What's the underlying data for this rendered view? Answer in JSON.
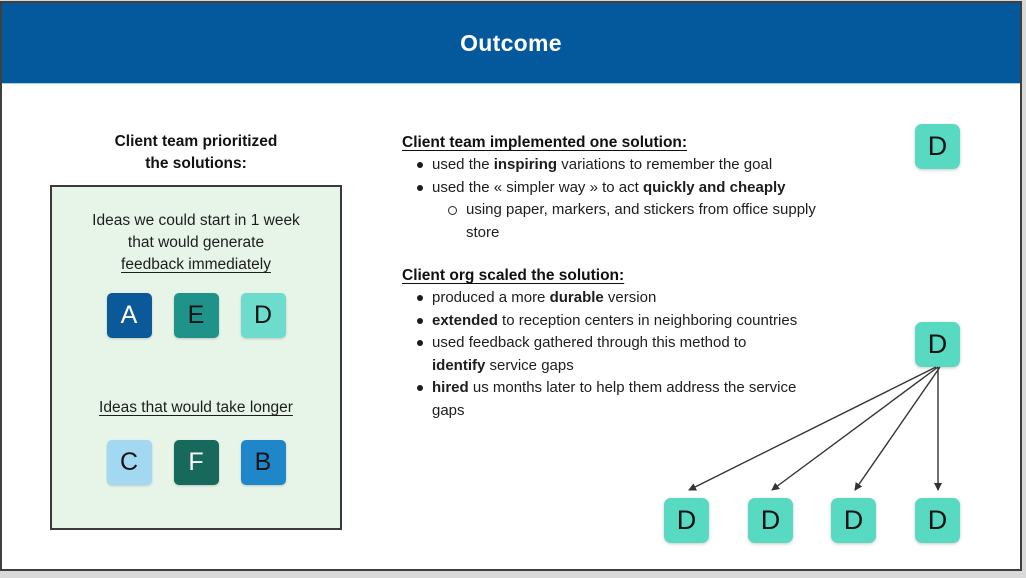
{
  "page": {
    "outer_bg": "#d9d9d9",
    "slide_bg": "#ffffff",
    "slide_border": "#3f3f3f"
  },
  "header": {
    "title": "Outcome",
    "bg": "#04589c",
    "text_color": "#ffffff"
  },
  "left": {
    "heading_line1": "Client team prioritized",
    "heading_line2": "the solutions:",
    "box": {
      "bg": "#e7f4e8",
      "border": "#3a3a3a",
      "group1": {
        "line1": "Ideas we could start in 1 week",
        "line2": "that would generate",
        "underlined_line": "feedback immediately",
        "squares": [
          {
            "label": "A",
            "bg": "#0c599a",
            "fg": "#ffffff"
          },
          {
            "label": "E",
            "bg": "#1f9389",
            "fg": "#101414"
          },
          {
            "label": "D",
            "bg": "#6edccd",
            "fg": "#101414"
          }
        ]
      },
      "group2": {
        "underlined_line": "Ideas that would take longer",
        "squares": [
          {
            "label": "C",
            "bg": "#a3d8f2",
            "fg": "#101414"
          },
          {
            "label": "F",
            "bg": "#17695c",
            "fg": "#ffffff"
          },
          {
            "label": "B",
            "bg": "#1f87c9",
            "fg": "#101414"
          }
        ]
      }
    }
  },
  "right": {
    "section1": {
      "heading": "Client team implemented one solution: ",
      "bullets": [
        {
          "segments": [
            {
              "t": "used the "
            },
            {
              "t": "inspiring",
              "b": true
            },
            {
              "t": " variations to remember the goal"
            }
          ]
        },
        {
          "segments": [
            {
              "t": "used the « simpler way » to act "
            },
            {
              "t": "quickly and cheaply",
              "b": true
            }
          ]
        }
      ],
      "sub_bullet": {
        "segments": [
          {
            "t": "using paper, markers, and stickers from office supply"
          },
          {
            "br": true
          },
          {
            "t": "store"
          }
        ]
      }
    },
    "section2": {
      "heading": "Client org scaled the solution:",
      "bullets": [
        {
          "segments": [
            {
              "t": "produced a more "
            },
            {
              "t": "durable",
              "b": true
            },
            {
              "t": " version"
            }
          ]
        },
        {
          "segments": [
            {
              "t": "extended",
              "b": true
            },
            {
              "t": " to reception centers in neighboring countries"
            }
          ]
        },
        {
          "segments": [
            {
              "t": "used feedback gathered through this method to"
            },
            {
              "br": true
            },
            {
              "t": "identify",
              "b": true
            },
            {
              "t": " service gaps"
            }
          ]
        },
        {
          "segments": [
            {
              "t": "hired",
              "b": true
            },
            {
              "t": " us months later to help them address the service"
            },
            {
              "br": true
            },
            {
              "t": "gaps"
            }
          ]
        }
      ]
    }
  },
  "diagram": {
    "node_bg": "#58d9c2",
    "node_fg": "#101414",
    "arrow_color": "#333333",
    "top_node": {
      "label": "D"
    },
    "source_node": {
      "label": "D"
    },
    "target_nodes": [
      {
        "label": "D"
      },
      {
        "label": "D"
      },
      {
        "label": "D"
      },
      {
        "label": "D"
      }
    ]
  }
}
